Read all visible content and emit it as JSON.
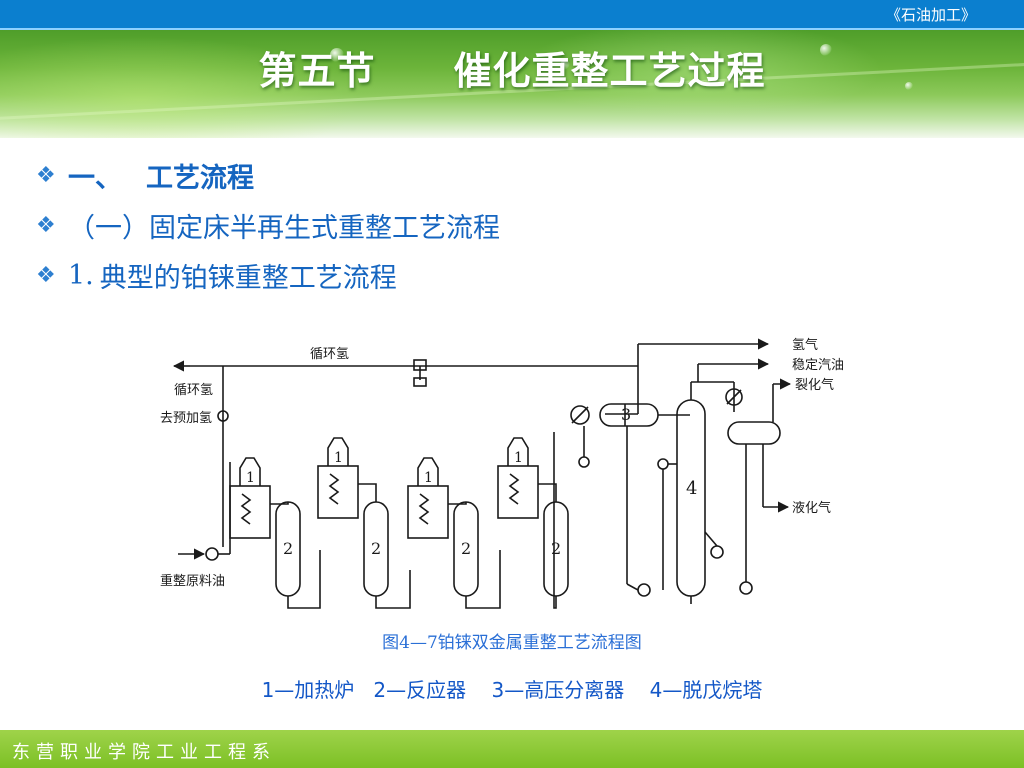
{
  "header": {
    "course": "《石油加工》",
    "title": "第五节　　催化重整工艺过程"
  },
  "bullets": [
    {
      "marker": "❖",
      "num": "一、",
      "text": "工艺流程"
    },
    {
      "marker": "❖",
      "num": "",
      "text": "（一）固定床半再生式重整工艺流程"
    },
    {
      "marker": "❖",
      "num": "1.",
      "text": "典型的铂铼重整工艺流程"
    }
  ],
  "diagram": {
    "labels": {
      "recycle_h2": "循环氢",
      "recycle_h2_pre": "循环氢",
      "to_prehydro": "去预加氢",
      "feed": "重整原料油",
      "hydrogen": "氢气",
      "stable_gasoline": "稳定汽油",
      "cracked_gas": "裂化气",
      "lpg": "液化气"
    },
    "furnace_label": "1",
    "reactor_label": "2",
    "separator_label": "3",
    "tower_label": "4"
  },
  "caption": "图4—7铂铼双金属重整工艺流程图",
  "legend": "1—加热炉   2—反应器    3—高压分离器    4—脱戊烷塔",
  "footer": {
    "department": "东营职业学院工业工程系"
  },
  "colors": {
    "topbar": "#0b7fcf",
    "text_blue": "#1565c0",
    "footer_green": "#7cc025"
  }
}
